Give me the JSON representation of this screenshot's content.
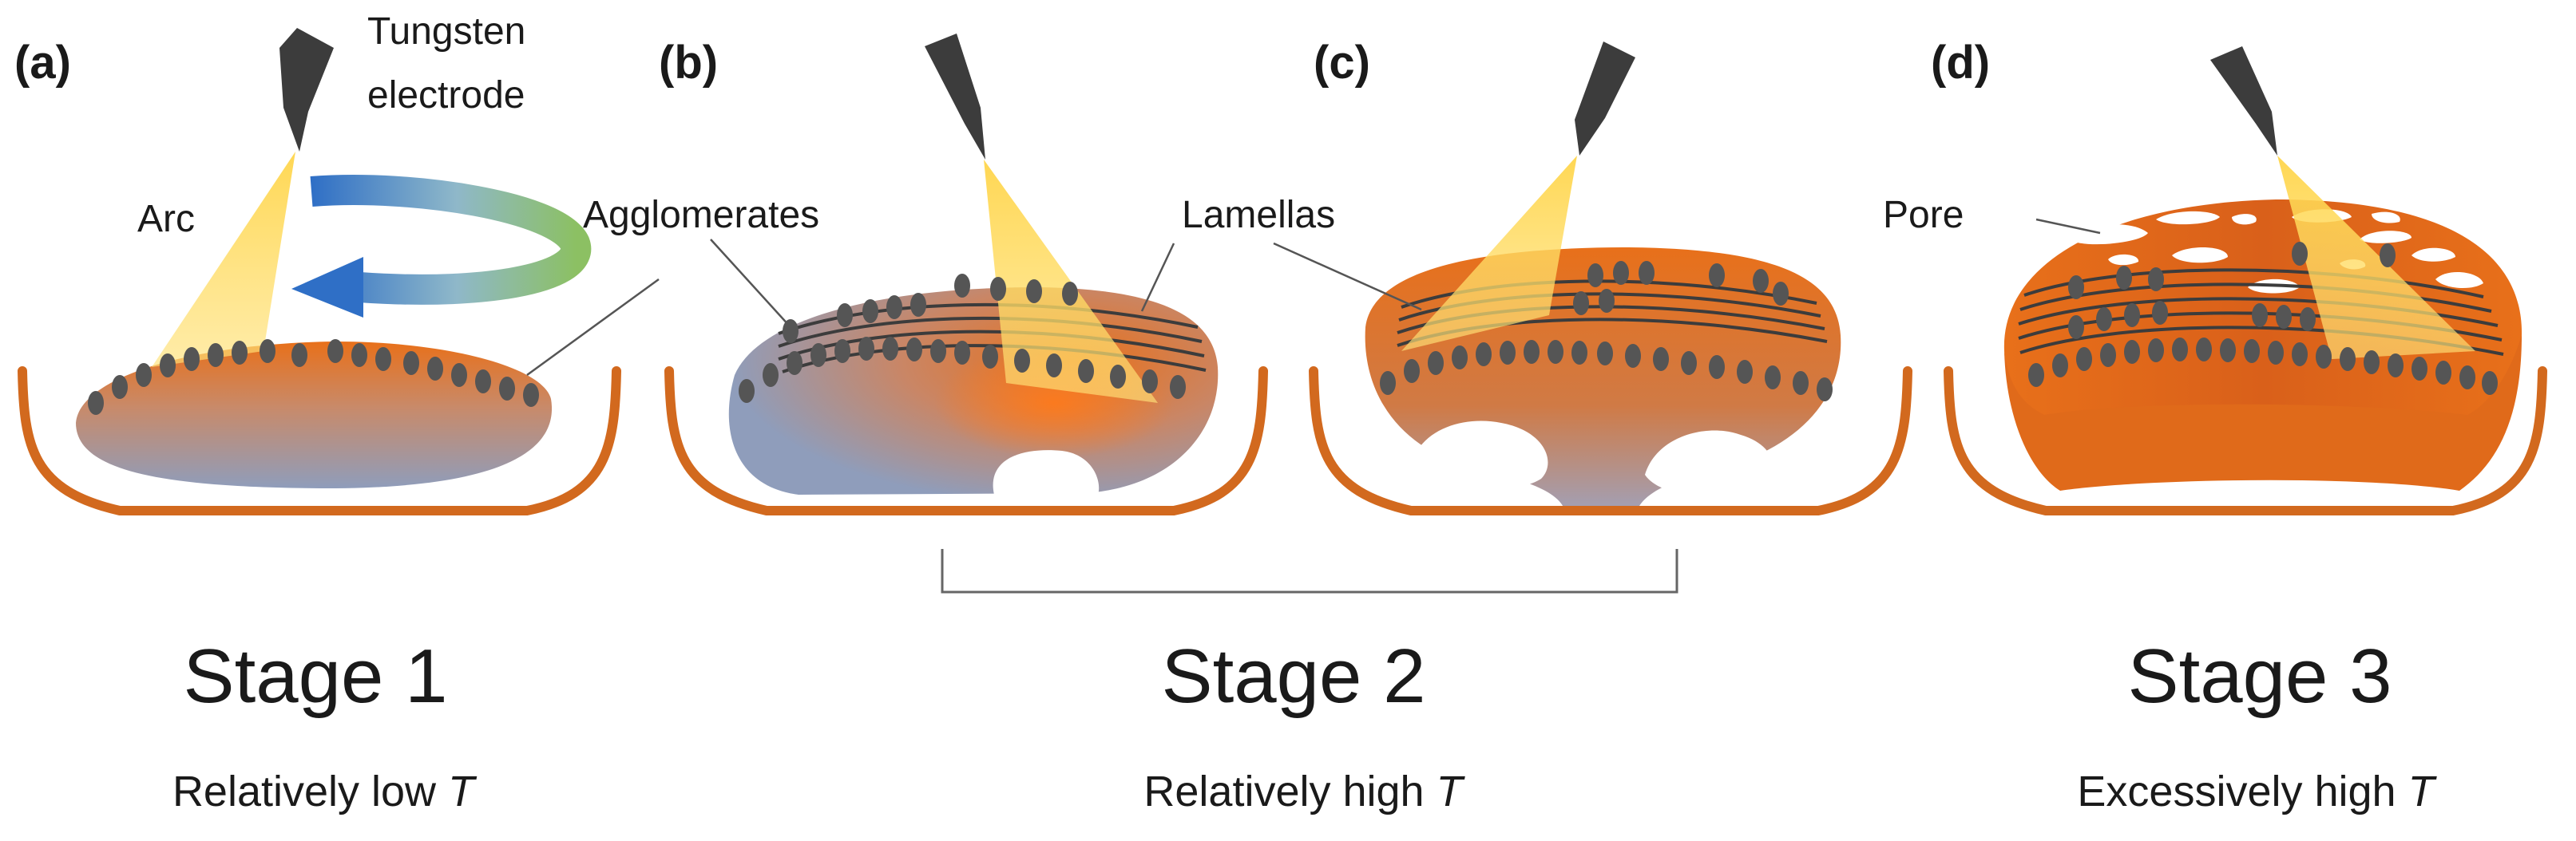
{
  "panels": [
    {
      "letter": "(a)"
    },
    {
      "letter": "(b)"
    },
    {
      "letter": "(c)"
    },
    {
      "letter": "(d)"
    }
  ],
  "callouts": {
    "tungsten_line1": "Tungsten",
    "tungsten_line2": "electrode",
    "arc": "Arc",
    "agglomerates": "Agglomerates",
    "lamellas": "Lamellas",
    "pore": "Pore"
  },
  "stages": [
    {
      "title": "Stage 1",
      "subtitle": "Relatively low ",
      "variable": "T"
    },
    {
      "title": "Stage 2",
      "subtitle": "Relatively high ",
      "variable": "T"
    },
    {
      "title": "Stage 3",
      "subtitle": "Excessively high ",
      "variable": "T"
    }
  ],
  "colors": {
    "crucible": "#d2691e",
    "melt_hot": "#e8701a",
    "melt_cool": "#8f9dbb",
    "agglomerate": "#555555",
    "electrode": "#3c3c3c",
    "arc": "#ffd54a",
    "rotation_arrow": "#3a78c9"
  }
}
